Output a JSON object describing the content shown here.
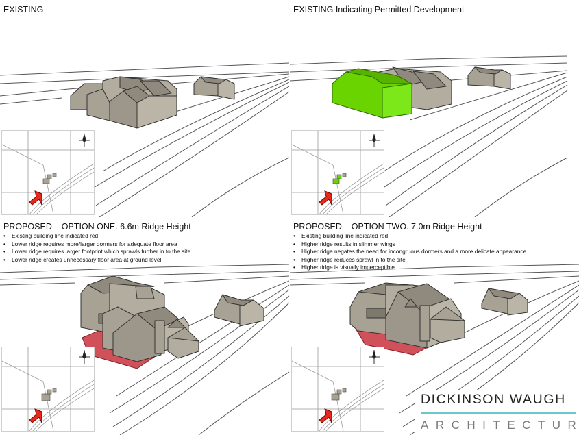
{
  "panels": {
    "existing": {
      "title": "EXISTING"
    },
    "permitted": {
      "title": "EXISTING Indicating Permitted Development"
    },
    "option_one": {
      "title": "PROPOSED – OPTION ONE. 6.6m Ridge Height",
      "bullets": [
        "Existing building line indicated red",
        "Lower ridge requires more/larger dormers for adequate floor area",
        "Lower ridge requires larger footprint which sprawls further in to the site",
        "Lower ridge creates unnecessary floor area at ground level"
      ]
    },
    "option_two": {
      "title": "PROPOSED – OPTION TWO. 7.0m Ridge Height",
      "bullets": [
        "Existing building line indicated red",
        "Higher ridge results in slimmer wings",
        "Higher ridge negates the need for incongruous dormers and a more delicate appearance",
        "Higher ridge reduces sprawl in to the site",
        "Higher ridge is visually imperceptible"
      ]
    }
  },
  "logo": {
    "line1": "DICKINSON WAUGH",
    "line2": "ARCHITECTURE"
  },
  "colors": {
    "building": "#a7a294",
    "building_dark": "#8f8a7d",
    "permitted": "#6ad400",
    "footprint": "#d1515b",
    "arrow": "#e8281c",
    "logo_bar": "#6cc6cc"
  },
  "icons": {
    "north": "north-arrow-icon",
    "location": "site-location-arrow-icon"
  }
}
